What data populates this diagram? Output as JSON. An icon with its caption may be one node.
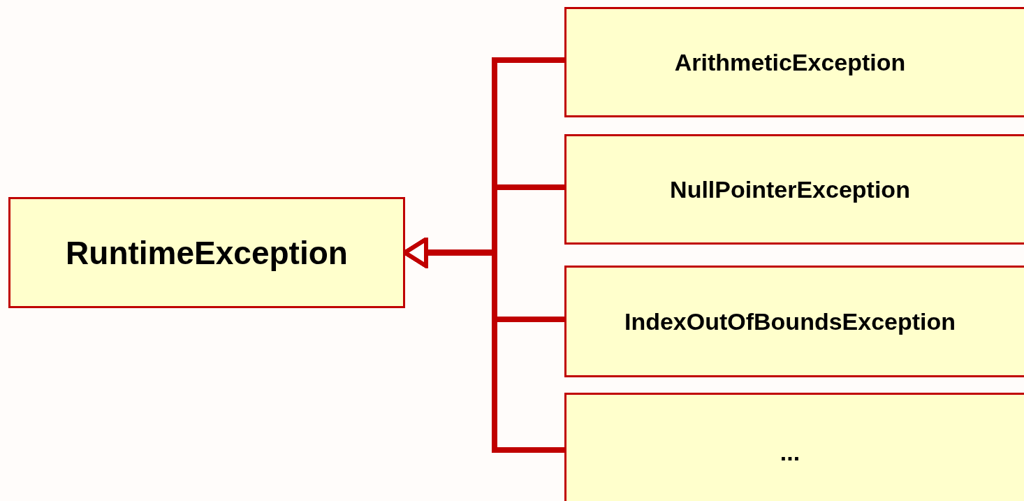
{
  "diagram": {
    "nodes": [
      {
        "text": [
          "RuntimeException"
        ]
      },
      {
        "text": [
          "ArithmeticException"
        ]
      },
      {
        "text": [
          "NullPointerException"
        ]
      },
      {
        "text": [
          "IndexOutOfBoundsException"
        ]
      },
      {
        "text": [
          "..."
        ]
      }
    ],
    "edges": [
      {
        "from": 1,
        "to": 0,
        "arrow": "to"
      },
      {
        "from": 2,
        "to": 0,
        "arrow": "to"
      },
      {
        "from": 3,
        "to": 0,
        "arrow": "to"
      },
      {
        "from": 4,
        "to": 0,
        "arrow": "to"
      }
    ]
  }
}
